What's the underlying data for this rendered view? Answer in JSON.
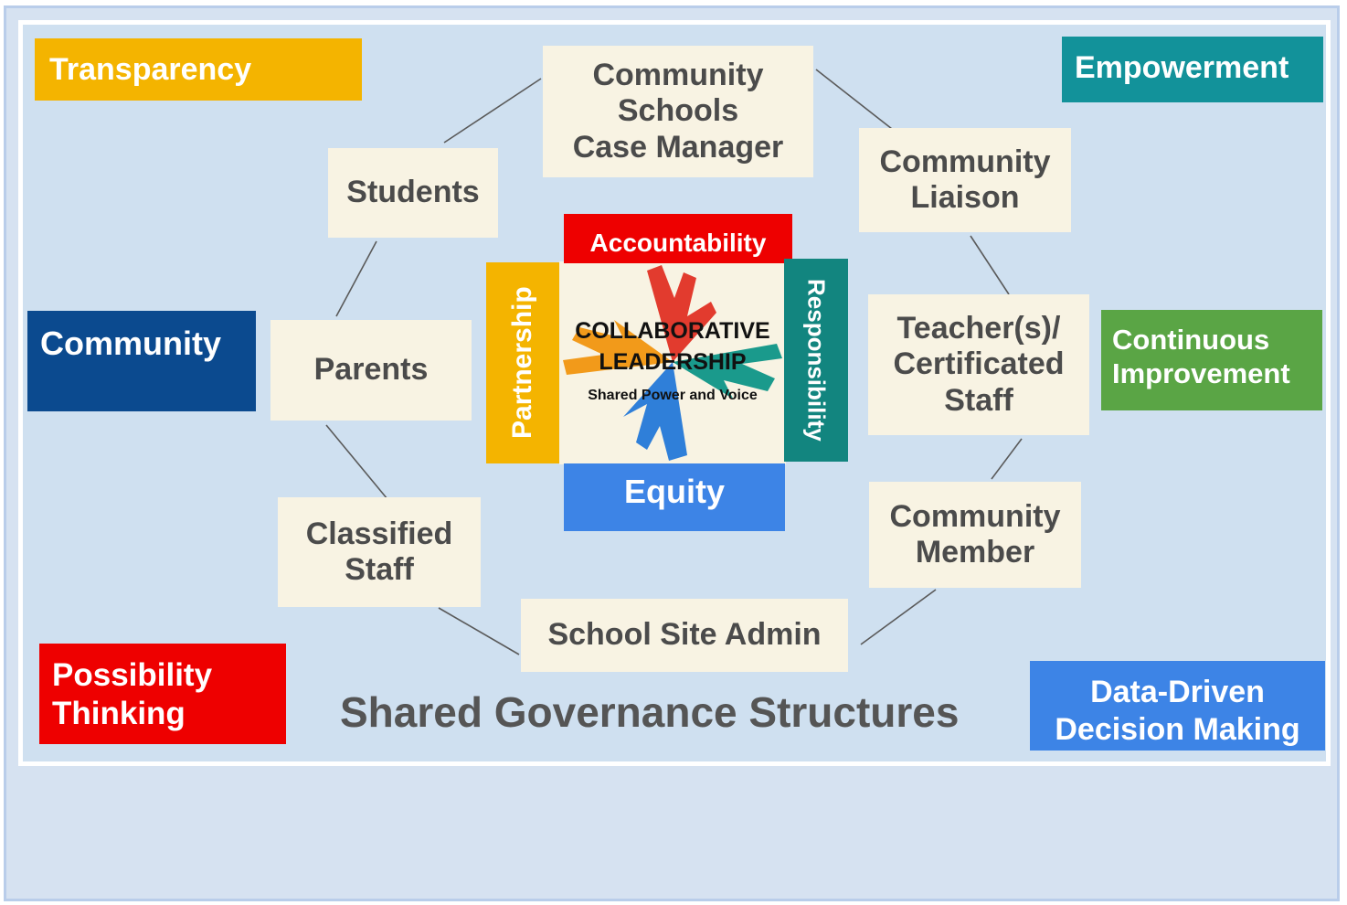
{
  "title": "Shared Governance Structures",
  "hub": {
    "title": "COLLABORATIVE\nLEADERSHIP",
    "subtitle": "Shared Power and Voice",
    "top": "Accountability",
    "left": "Partnership",
    "right": "Responsibility",
    "bottom": "Equity"
  },
  "members": {
    "case_manager": "Community\nSchools\nCase Manager",
    "students": "Students",
    "liaison": "Community\nLiaison",
    "parents": "Parents",
    "teachers": "Teacher(s)/\nCertificated\nStaff",
    "classified": "Classified\nStaff",
    "community_member": "Community\nMember",
    "site_admin": "School Site Admin"
  },
  "values": {
    "transparency": "Transparency",
    "empowerment": "Empowerment",
    "community": "Community",
    "continuous": "Continuous\nImprovement",
    "possibility": "Possibility\nThinking",
    "data_driven": "Data-Driven\nDecision Making"
  },
  "colors": {
    "transparency": "#f4b400",
    "empowerment": "#12929a",
    "community": "#0b4a8f",
    "continuous": "#5aa545",
    "possibility": "#ee0000",
    "data_driven": "#3d84e6",
    "accountability": "#ee0000",
    "partnership": "#f4b400",
    "responsibility": "#12857f",
    "equity": "#3d84e6"
  }
}
